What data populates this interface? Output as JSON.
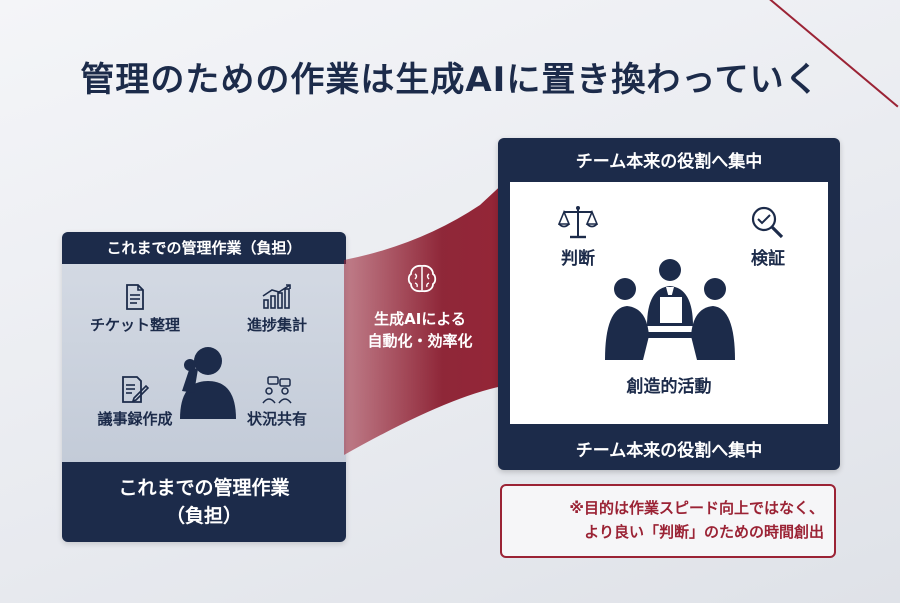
{
  "title": "管理のための作業は生成AIに置き換わっていく",
  "left": {
    "header": "これまでの管理作業（負担）",
    "tasks": [
      {
        "label": "チケット整理",
        "icon": "document-icon"
      },
      {
        "label": "進捗集計",
        "icon": "bar-chart-icon"
      },
      {
        "label": "議事録作成",
        "icon": "notes-pen-icon"
      },
      {
        "label": "状況共有",
        "icon": "people-chat-icon"
      }
    ],
    "footer_line1": "これまでの管理作業",
    "footer_line2": "（負担）"
  },
  "arrow": {
    "line1": "生成AIによる",
    "line2": "自動化・効率化",
    "icon": "brain-icon"
  },
  "right": {
    "header": "チーム本来の役割へ集中",
    "items": [
      {
        "label": "判断",
        "icon": "scale-icon"
      },
      {
        "label": "検証",
        "icon": "magnifier-check-icon"
      }
    ],
    "center_label": "創造的活動",
    "footer": "チーム本来の役割へ集中"
  },
  "note": {
    "line1": "※目的は作業スピード向上ではなく、",
    "line2": "より良い「判断」のための時間創出"
  },
  "colors": {
    "navy": "#1c2b4a",
    "crimson": "#9b2335"
  }
}
